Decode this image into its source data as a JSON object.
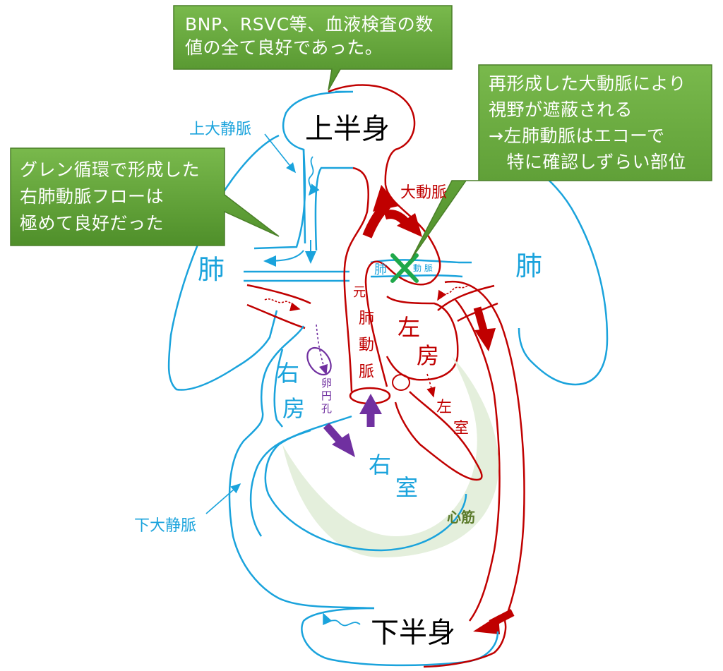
{
  "callouts": {
    "top": {
      "text": "BNP、RSVC等、血液検査の数\n値の全て良好であった。"
    },
    "right": {
      "text": "再形成した大動脈により\n視野が遮蔽される\n→左肺動脈はエコーで\n　特に確認しずらい部位"
    },
    "left": {
      "text": "グレン循環で形成した\n右肺動脈フローは\n極めて良好だった"
    }
  },
  "labels": {
    "upper_body": "上半身",
    "lower_body": "下半身",
    "svc": "上大静脈",
    "ivc": "下大静脈",
    "aorta": "大動脈",
    "lung_left": "肺",
    "lung_right": "肺",
    "pa_small_1": "肺",
    "pa_small_2": "動 脈",
    "orig_pa_1": "元",
    "orig_pa_2": "肺",
    "orig_pa_3": "動",
    "orig_pa_4": "脈",
    "la_1": "左",
    "la_2": "房",
    "lv_1": "左",
    "lv_2": "室",
    "ra_1": "右",
    "ra_2": "房",
    "rv_1": "右",
    "rv_2": "室",
    "foramen_1": "卵",
    "foramen_2": "円",
    "foramen_3": "孔",
    "myocardium": "心筋"
  },
  "colors": {
    "blue": "#1aa3dc",
    "red": "#c00000",
    "purple": "#7030a0",
    "green_box": "#5a9e32",
    "green_mark": "#1fa84a",
    "muscle_fill": "#e4efdc",
    "muscle_text": "#5a7a2a"
  }
}
